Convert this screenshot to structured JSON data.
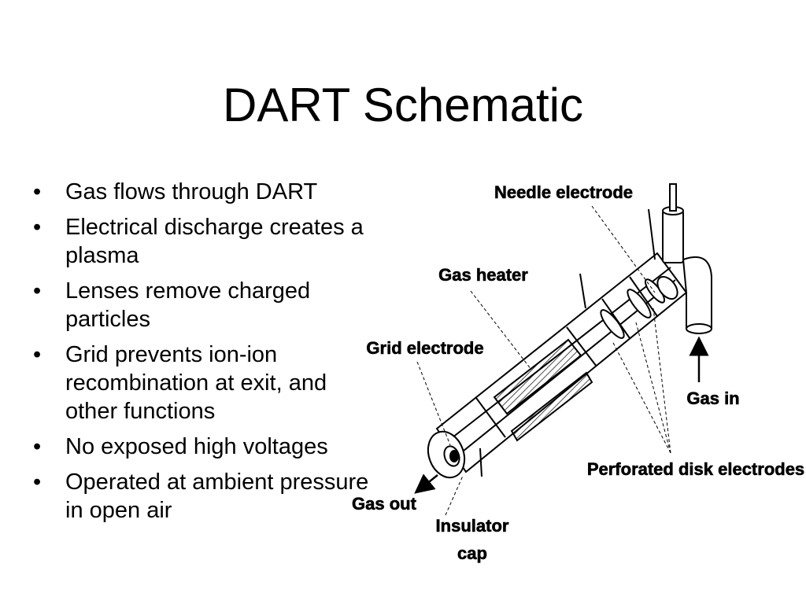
{
  "slide": {
    "title": "DART Schematic",
    "bullet_symbol": "•",
    "bullets": [
      "Gas flows through DART",
      "Electrical discharge creates a plasma",
      "Lenses remove charged particles",
      "Grid prevents ion-ion recombination at exit, and other functions",
      "No exposed high voltages",
      "Operated at ambient pressure in open air"
    ]
  },
  "diagram": {
    "labels": {
      "needle_electrode": "Needle electrode",
      "gas_heater": "Gas heater",
      "grid_electrode": "Grid electrode",
      "gas_in": "Gas in",
      "perforated_disk_electrodes": "Perforated disk electrodes",
      "gas_out": "Gas out",
      "insulator_cap_line1": "Insulator",
      "insulator_cap_line2": "cap"
    }
  }
}
